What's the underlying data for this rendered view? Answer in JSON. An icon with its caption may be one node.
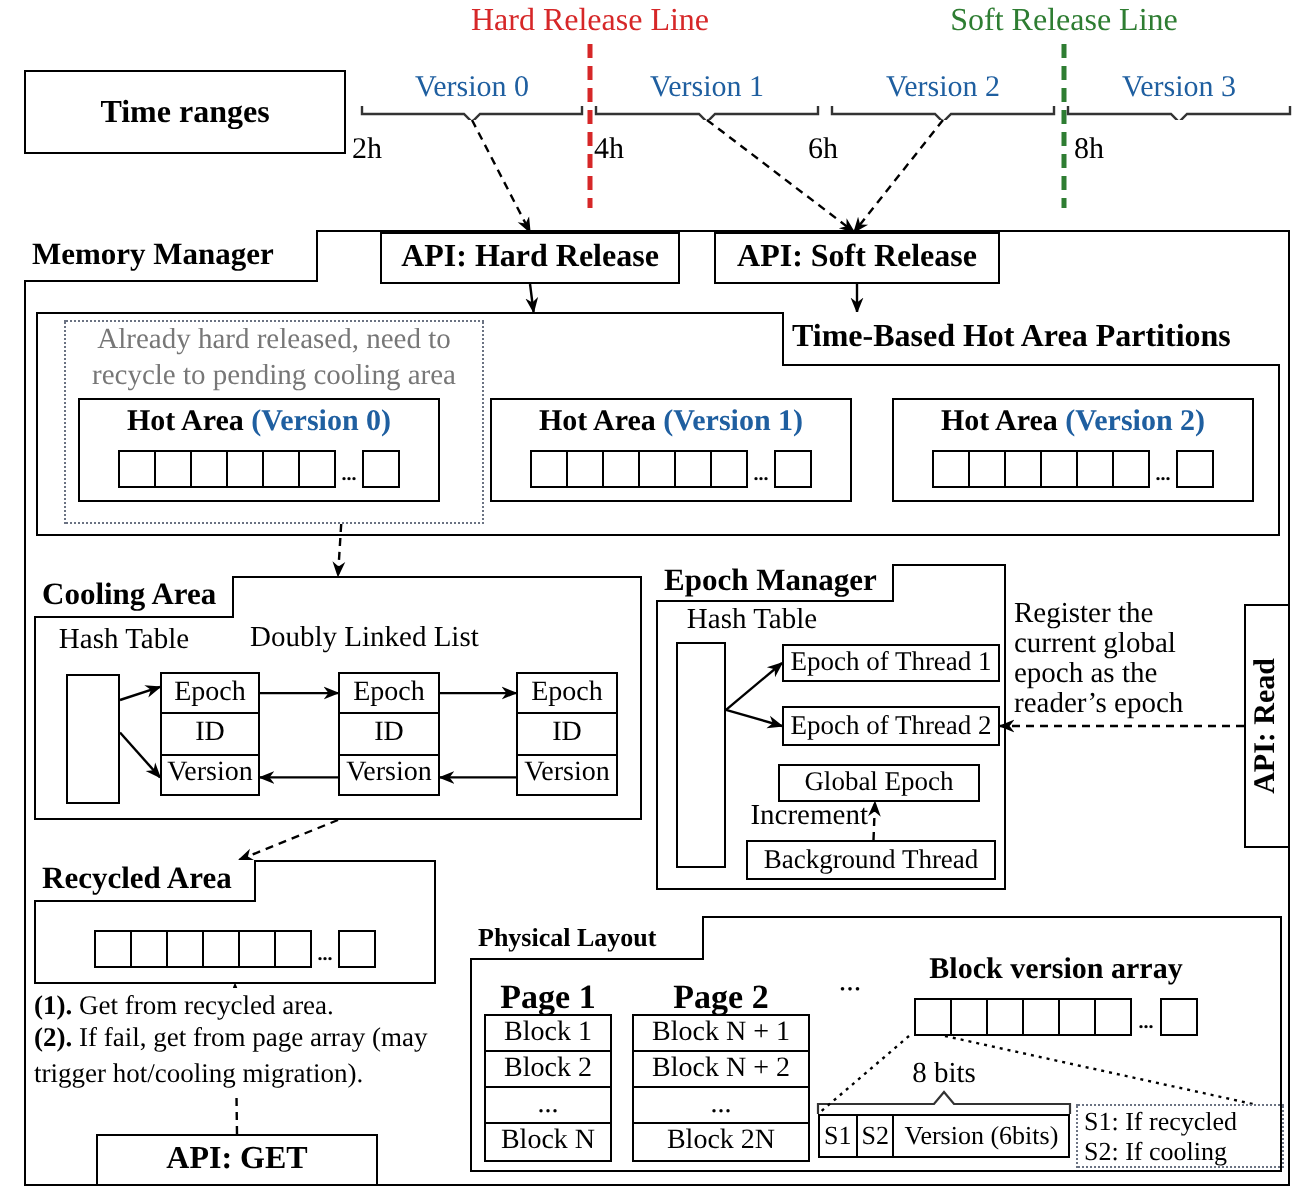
{
  "diagram": {
    "nodes": [
      {
        "text": [
          "Time ranges"
        ]
      },
      {
        "text": [
          "Version 0"
        ]
      },
      {
        "text": [
          "Version 1"
        ]
      },
      {
        "text": [
          "Version 2"
        ]
      },
      {
        "text": [
          "Version 3"
        ]
      },
      {
        "text": [],
        "shape": "box"
      },
      {
        "text": [
          "API: Hard Release"
        ],
        "in": 5
      },
      {
        "text": [
          "API: Soft Release"
        ],
        "in": 5
      },
      {
        "text": [],
        "shape": "box",
        "in": 5
      },
      {
        "text": [
          "Already hard released, need to recycle to pending cooling area"
        ],
        "in": 8
      },
      {
        "text": [
          "Hot Area",
          "(Version 0)",
          "..."
        ],
        "in": 9
      },
      {
        "text": [
          "Hot Area",
          "(Version 1)",
          "..."
        ],
        "in": 8
      },
      {
        "text": [
          "Hot Area",
          "(Version 2)",
          "..."
        ],
        "in": 8
      },
      {
        "text": [
          "Doubly Linked List"
        ],
        "in": 5
      },
      {
        "text": [],
        "shape": "box",
        "beside": [
          "Hash Table"
        ],
        "in": 13
      },
      {
        "text": [
          "Epoch",
          "ID",
          "Version"
        ],
        "in": 13
      },
      {
        "text": [
          "Epoch",
          "ID",
          "Version"
        ],
        "in": 13
      },
      {
        "text": [
          "Epoch",
          "ID",
          "Version"
        ],
        "in": 13
      },
      {
        "text": [
          "..."
        ],
        "in": 5
      },
      {
        "text": [],
        "shape": "box",
        "in": 5
      },
      {
        "text": [],
        "shape": "box",
        "beside": [
          "Hash Table"
        ],
        "in": 19
      },
      {
        "text": [
          "Epoch of Thread 1"
        ],
        "in": 19
      },
      {
        "text": [
          "Epoch of Thread 2"
        ],
        "in": 19
      },
      {
        "text": [
          "Global Epoch"
        ],
        "in": 19
      },
      {
        "text": [
          "Background Thread"
        ],
        "in": 19
      },
      {
        "text": [
          "API: Read"
        ],
        "in": 5
      },
      {
        "text": [],
        "shape": "box",
        "in": 5
      },
      {
        "text": [
          "Page 1",
          "Block 1",
          "Block 2",
          "...",
          "Block N"
        ],
        "in": 26
      },
      {
        "text": [
          "Page 2",
          "Block N + 1",
          "Block N + 2",
          "...",
          "Block 2N"
        ],
        "in": 26
      },
      {
        "text": [
          "Block version array",
          "..."
        ],
        "in": 26
      },
      {
        "text": [
          "S1",
          "S2",
          "Version (6bits)"
        ],
        "beside": [
          "8 bits"
        ],
        "in": 26
      },
      {
        "text": [
          "S1: If recycled",
          "S2: If cooling"
        ],
        "in": 26
      },
      {
        "text": [
          "API: GET"
        ],
        "in": 5
      },
      {
        "text": [
          "Memory Manager"
        ],
        "in": 5
      },
      {
        "text": [
          "Time-Based Hot Area Partitions"
        ],
        "in": 8
      },
      {
        "text": [
          "Cooling Area"
        ],
        "in": 13
      },
      {
        "text": [
          "Recycled Area"
        ],
        "in": 18
      },
      {
        "text": [
          "Epoch Manager"
        ],
        "in": 19
      },
      {
        "text": [
          "Physical Layout"
        ],
        "in": 26
      }
    ],
    "edges": [
      {
        "from": 1,
        "to": 6,
        "arrow": "to",
        "style": "dashed"
      },
      {
        "from": 2,
        "to": 7,
        "arrow": "to",
        "style": "dashed"
      },
      {
        "from": 3,
        "to": 7,
        "arrow": "to",
        "style": "dashed"
      },
      {
        "from": 6,
        "to": 8,
        "arrow": "to"
      },
      {
        "from": 7,
        "to": 8,
        "arrow": "to"
      },
      {
        "from": 9,
        "to": 13,
        "arrow": "to",
        "style": "dashed"
      },
      {
        "from": 14,
        "to": 15,
        "arrow": "to"
      },
      {
        "from": 14,
        "to": 15,
        "arrow": "to"
      },
      {
        "from": 15,
        "to": 16,
        "arrow": "to"
      },
      {
        "from": 16,
        "to": 17,
        "arrow": "to"
      },
      {
        "from": 17,
        "to": 16,
        "arrow": "to"
      },
      {
        "from": 16,
        "to": 15,
        "arrow": "to"
      },
      {
        "from": 13,
        "to": 18,
        "arrow": "to",
        "style": "dashed"
      },
      {
        "from": 20,
        "to": 21,
        "arrow": "to"
      },
      {
        "from": 20,
        "to": 22,
        "arrow": "to"
      },
      {
        "from": 24,
        "to": 23,
        "arrow": "to",
        "style": "dashed",
        "label": "Increment"
      },
      {
        "from": 25,
        "to": 22,
        "arrow": "to",
        "style": "dashed",
        "label": "Register the current global epoch as the reader’s epoch"
      },
      {
        "from": 32,
        "to": 18,
        "arrow": "to",
        "style": "dashed"
      },
      {
        "from": 29,
        "to": 30,
        "arrow": "none",
        "style": "dashed"
      },
      {
        "from": 29,
        "to": 31,
        "arrow": "none",
        "style": "dashed"
      }
    ],
    "labels": [
      "Hard Release Line",
      "Soft Release Line",
      "2h",
      "4h",
      "6h",
      "8h",
      "...",
      "**(1).** Get from recycled area.",
      "**(2).** If fail, get from page array (may trigger hot/cooling migration)."
    ]
  }
}
